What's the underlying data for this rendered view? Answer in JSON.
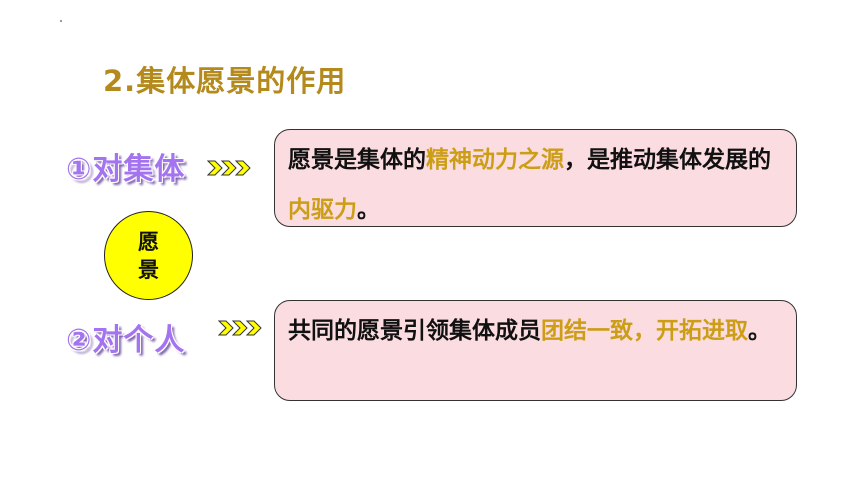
{
  "title": "2.集体愿景的作用",
  "circle": {
    "line1": "愿",
    "line2": "景"
  },
  "items": [
    {
      "label": "①对集体",
      "parts": [
        {
          "text": "愿景是集体的",
          "highlight": false
        },
        {
          "text": "精神动力之源",
          "highlight": true
        },
        {
          "text": "，是推动集体发展的",
          "highlight": false
        },
        {
          "text": "内驱力",
          "highlight": true
        },
        {
          "text": "。",
          "highlight": false
        }
      ]
    },
    {
      "label": "②对个人",
      "parts": [
        {
          "text": "共同的愿景引领集体成员",
          "highlight": false
        },
        {
          "text": "团结一致，开拓进取",
          "highlight": true
        },
        {
          "text": "。",
          "highlight": false
        }
      ]
    }
  ],
  "colors": {
    "title": "#b58a1c",
    "label": "#a474f0",
    "highlight": "#cc9e16",
    "box_fill": "#fbdce1",
    "circle_fill": "#ffff00",
    "arrow_fill": "#ffff00"
  },
  "icons": {
    "arrow": "triple-chevron-right-icon"
  }
}
